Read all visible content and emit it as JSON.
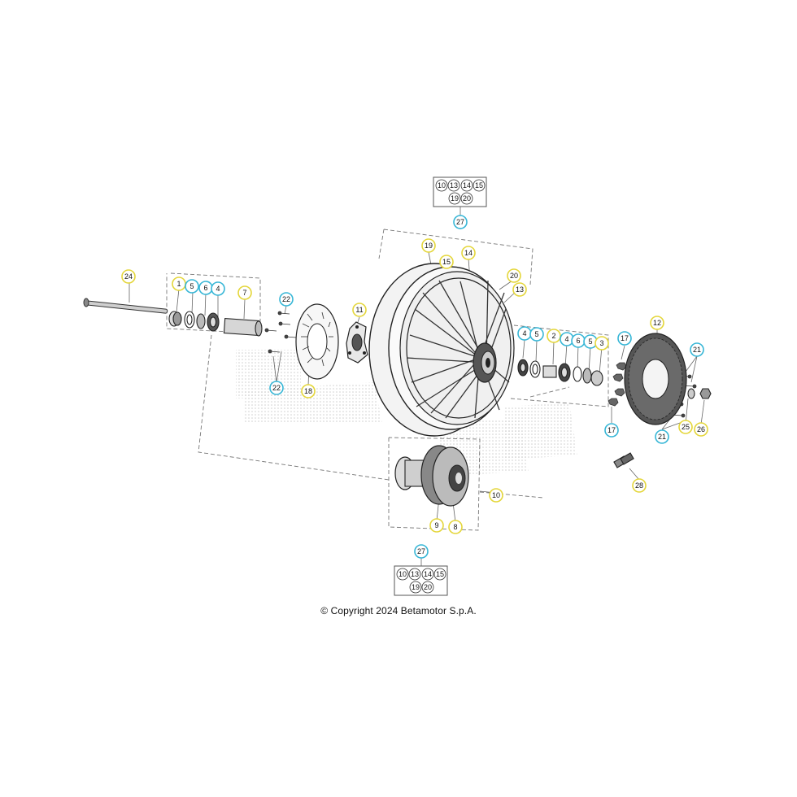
{
  "copyright": "© Copyright 2024 Betamotor S.p.A.",
  "kit_box_top": {
    "row1": [
      "10",
      "13",
      "14",
      "15"
    ],
    "row2": [
      "19",
      "20"
    ]
  },
  "kit_box_bottom": {
    "row1": [
      "10",
      "13",
      "14",
      "15"
    ],
    "row2": [
      "19",
      "20"
    ]
  },
  "colors": {
    "yellow_ring": "#e4d63a",
    "cyan_ring": "#36b6d6",
    "line": "#333333",
    "leader": "#777777"
  },
  "callouts": {
    "c24": "24",
    "c1": "1",
    "c5a": "5",
    "c6a": "6",
    "c4a": "4",
    "c7": "7",
    "c22a": "22",
    "c22b": "22",
    "c18": "18",
    "c11": "11",
    "c27a": "27",
    "c19": "19",
    "c15": "15",
    "c14": "14",
    "c20": "20",
    "c13": "13",
    "c4b": "4",
    "c5b": "5",
    "c2": "2",
    "c4c": "4",
    "c6b": "6",
    "c5c": "5",
    "c3": "3",
    "c17a": "17",
    "c17b": "17",
    "c12": "12",
    "c21a": "21",
    "c21b": "21",
    "c25": "25",
    "c26": "26",
    "c10": "10",
    "c9": "9",
    "c8": "8",
    "c27b": "27",
    "c28": "28"
  }
}
